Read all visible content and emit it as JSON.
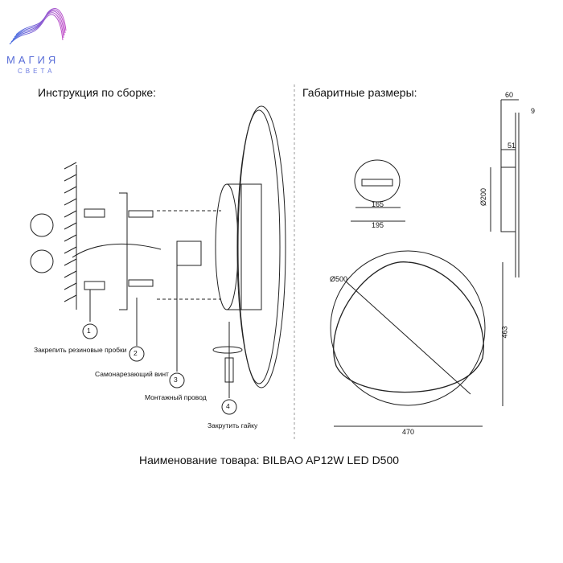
{
  "logo": {
    "line1": "МАГИЯ",
    "line2": "СВЕТА"
  },
  "assembly": {
    "title": "Инструкция по сборке:",
    "steps": [
      {
        "num": "1",
        "label": "Закрепить резиновые пробки"
      },
      {
        "num": "2",
        "label": "Самонарезающий винт"
      },
      {
        "num": "3",
        "label": "Монтажный провод"
      },
      {
        "num": "4",
        "label": "Закрутить гайку"
      }
    ]
  },
  "dimensions": {
    "title": "Габаритные размеры:",
    "side": {
      "depth": "60",
      "plate": "9",
      "body": "51",
      "base_diameter": "Ø200"
    },
    "base": {
      "inner": "165",
      "outer": "195"
    },
    "front": {
      "diameter": "Ø500",
      "height": "463",
      "width": "470"
    }
  },
  "product": {
    "label": "Наименование товара: BILBAO AP12W LED D500"
  },
  "colors": {
    "logo_start": "#4a6fe0",
    "logo_end": "#c04fc8",
    "line": "#222222"
  }
}
